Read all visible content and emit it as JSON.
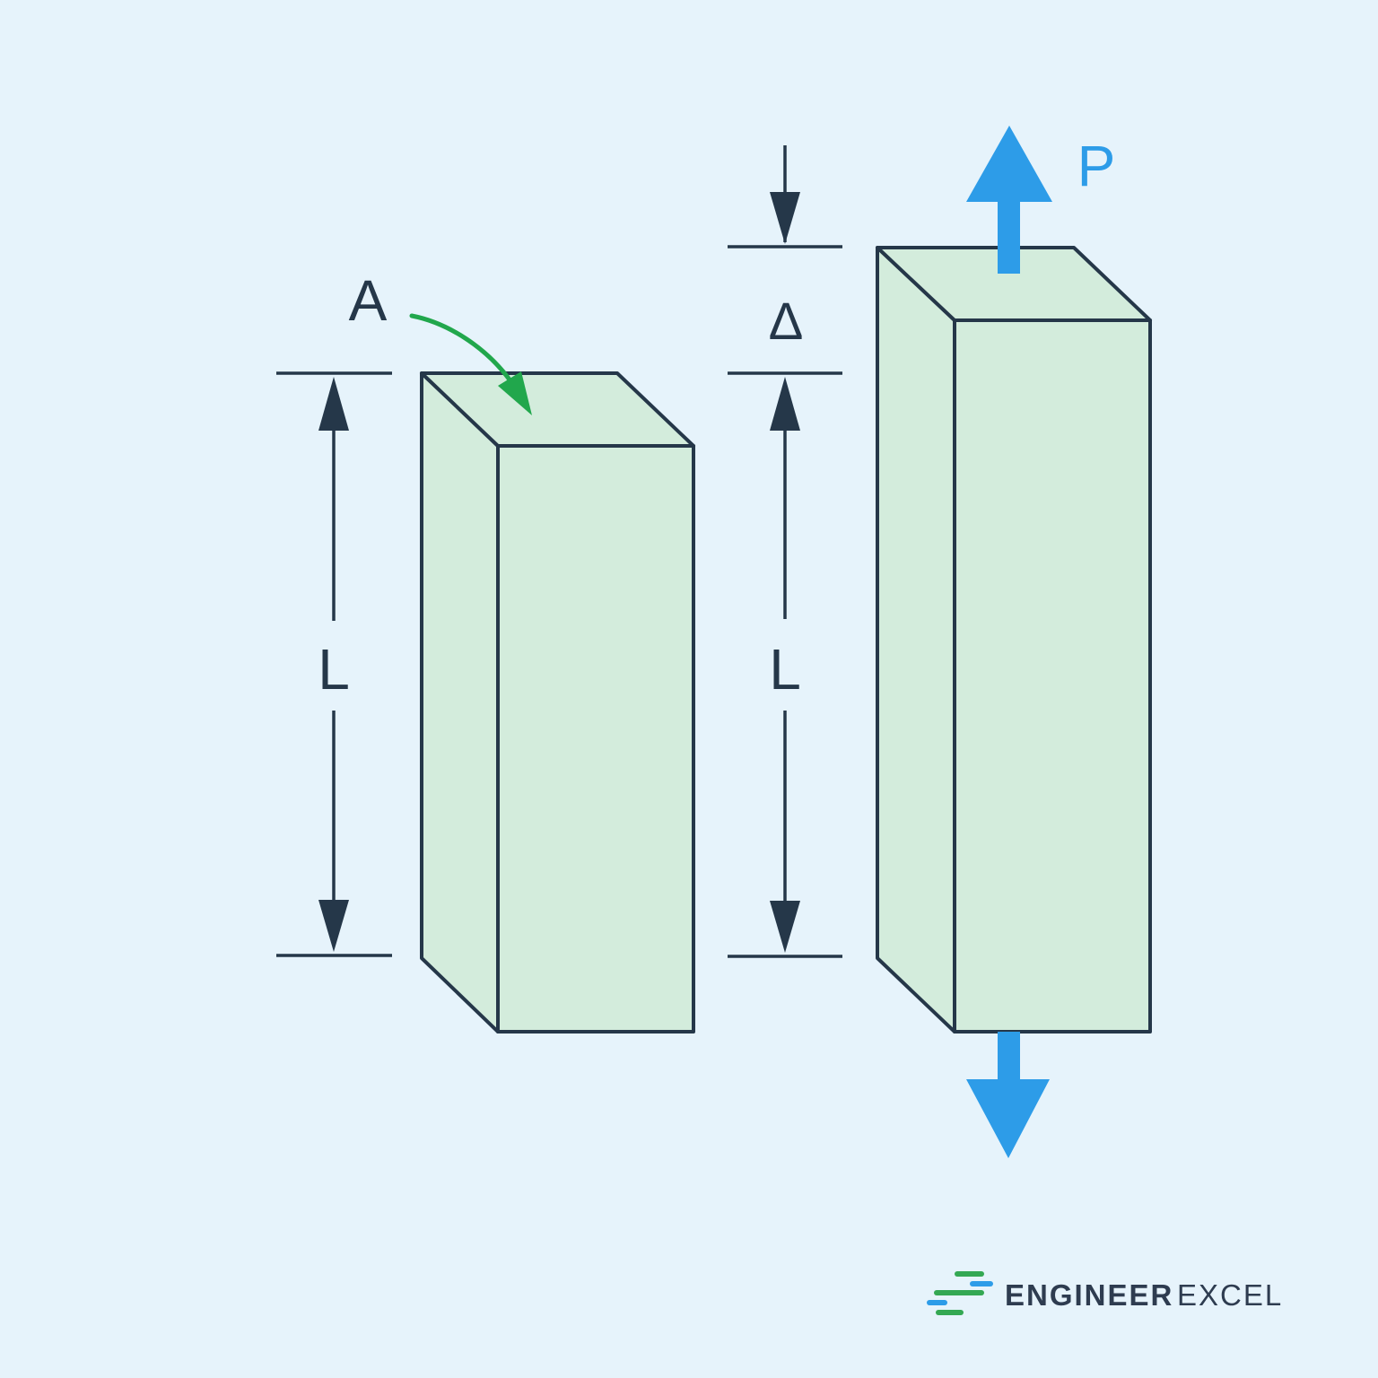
{
  "diagram": {
    "area_label": "A",
    "left_bar_length_label": "L",
    "right_bar_length_label": "L",
    "elongation_label": "Δ",
    "load_label": "P"
  },
  "logo": {
    "brand_primary": "ENGINEER",
    "brand_secondary": "EXCEL"
  },
  "colors": {
    "background": "#e6f3fb",
    "bar_fill": "#d3ecdc",
    "outline_navy": "#253749",
    "load_blue": "#2d9ce8",
    "annotation_green": "#21a74c",
    "logo_green": "#34a853",
    "logo_blue": "#2d9ce8",
    "logo_text": "#2e3c50"
  }
}
